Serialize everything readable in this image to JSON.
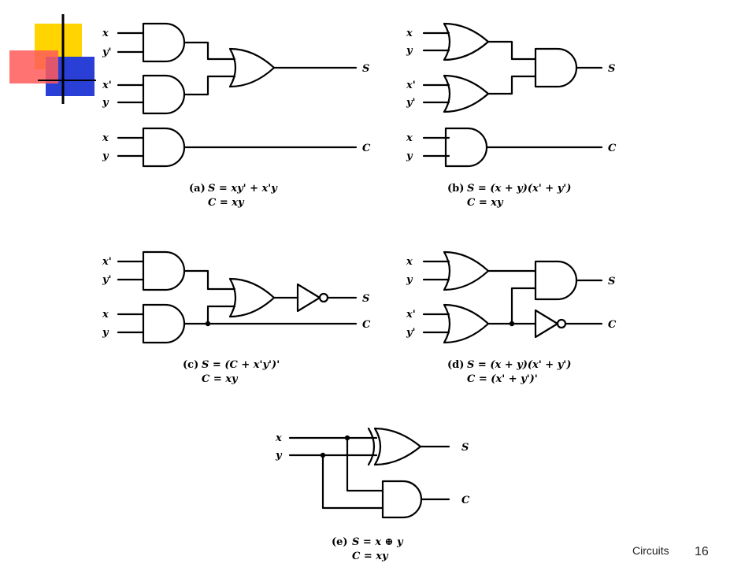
{
  "colors": {
    "logo_yellow": "#ffd400",
    "logo_red": "#ff5a5a",
    "logo_blue": "#2a3fd6",
    "line": "#000000"
  },
  "footer": {
    "text": "Circuits",
    "page_number": "16"
  },
  "panels": {
    "a": {
      "inputs": [
        "x",
        "y'",
        "x'",
        "y",
        "x",
        "y"
      ],
      "outputs": [
        "S",
        "C"
      ],
      "caption_tag": "(a)",
      "caption_line1": "S = xy' + x'y",
      "caption_line2": "C = xy"
    },
    "b": {
      "inputs": [
        "x",
        "y",
        "x'",
        "y'",
        "x",
        "y"
      ],
      "outputs": [
        "S",
        "C"
      ],
      "caption_tag": "(b)",
      "caption_line1": "S = (x + y)(x' + y')",
      "caption_line2": "C = xy"
    },
    "c": {
      "inputs": [
        "x'",
        "y'",
        "x",
        "y"
      ],
      "outputs": [
        "S",
        "C"
      ],
      "caption_tag": "(c)",
      "caption_line1": "S = (C + x'y')'",
      "caption_line2": "C = xy"
    },
    "d": {
      "inputs": [
        "x",
        "y",
        "x'",
        "y'"
      ],
      "outputs": [
        "S",
        "C"
      ],
      "caption_tag": "(d)",
      "caption_line1": "S = (x + y)(x' + y')",
      "caption_line2": "C = (x' + y')'"
    },
    "e": {
      "inputs": [
        "x",
        "y"
      ],
      "outputs": [
        "S",
        "C"
      ],
      "caption_tag": "(e)",
      "caption_line1": "S = x ⊕ y",
      "caption_line2": "C = xy"
    }
  }
}
